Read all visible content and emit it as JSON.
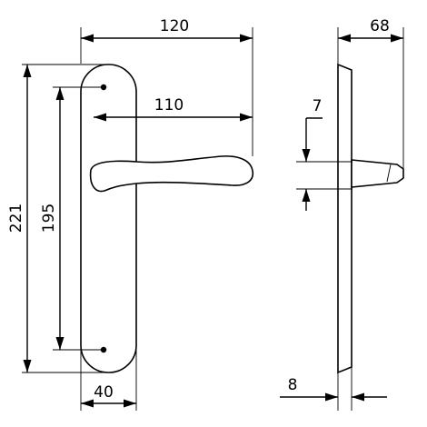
{
  "dimensions": {
    "overall_width": "120",
    "handle_projection": "110",
    "plate_height": "221",
    "hole_spacing": "195",
    "plate_width": "40",
    "total_depth": "68",
    "handle_thickness": "7",
    "plate_thickness": "8"
  },
  "colors": {
    "ink": "#000000",
    "background": "#ffffff"
  }
}
